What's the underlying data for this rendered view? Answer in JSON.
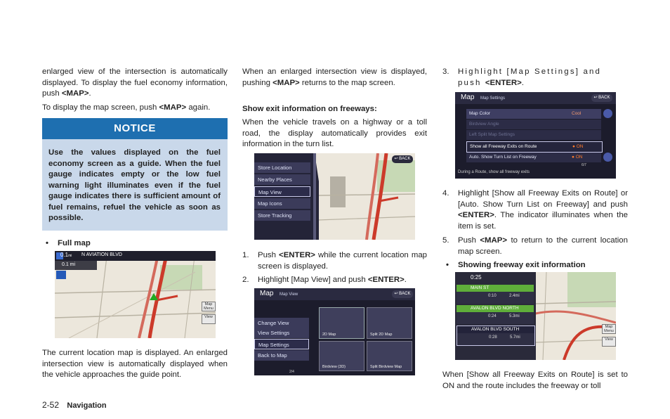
{
  "col1": {
    "p1_a": "enlarged view of the intersection is automatically displayed. To display the fuel economy information, push ",
    "p1_key": "<MAP>",
    "p1_b": ".",
    "p2_a": "To display the map screen, push ",
    "p2_key": "<MAP>",
    "p2_b": " again.",
    "notice_title": "NOTICE",
    "notice_text": "Use the values displayed on the fuel economy screen as a guide. When the fuel gauge indicates empty or the low fuel warning light illuminates even if the fuel gauge indicates there is sufficient amount of fuel remains, refuel the vehicle as soon as possible.",
    "bullet_full_map": "Full map",
    "map_dist": "0.1",
    "map_dist_unit": "mi",
    "map_street": "N AVIATION BLVD",
    "map_dist2": "0.1 mi",
    "map_btn_map_menu": "Map Menu",
    "map_btn_view": "View",
    "p3": "The current location map is displayed. An enlarged intersection view is automatically displayed when the vehicle approaches the guide point."
  },
  "col2": {
    "p1_a": "When an enlarged intersection view is displayed, pushing ",
    "p1_key": "<MAP>",
    "p1_b": " returns to the map screen.",
    "heading": "Show exit information on freeways:",
    "p2": "When the vehicle travels on a highway or a toll road, the display automatically provides exit information in the turn list.",
    "menu1": [
      "Store Location",
      "Nearby Places",
      "Map View",
      "Map Icons",
      "Store Tracking"
    ],
    "back": "BACK",
    "step1_num": "1.",
    "step1_a": "Push ",
    "step1_key": "<ENTER>",
    "step1_b": " while the current location map screen is displayed.",
    "step2_num": "2.",
    "step2_a": "Highlight [Map View] and push ",
    "step2_key": "<ENTER>",
    "step2_b": ".",
    "mapview_title": "Map",
    "mapview_sub": "Map View",
    "mapview_menu": [
      "Change View",
      "View Settings",
      "Map Settings",
      "Back to Map"
    ],
    "mapview_tiles": [
      "2D Map",
      "Split 2D Map",
      "Birdview (3D)",
      "Split Birdview Map"
    ],
    "mapview_page": "2/4"
  },
  "col3": {
    "step3_num": "3.",
    "step3_a": "Highlight [Map Settings] and push ",
    "step3_key": "<ENTER>",
    "step3_b": ".",
    "ms_title": "Map",
    "ms_sub": "Map Settings",
    "ms_rows": [
      {
        "label": "Map Color",
        "value": "Cool"
      },
      {
        "label": "Birdview Angle",
        "value": ""
      },
      {
        "label": "Left Split Map Settings",
        "value": ""
      },
      {
        "label": "Show all Freeway Exits on Route",
        "value": "ON"
      },
      {
        "label": "Auto. Show Turn List on Freeway",
        "value": "ON"
      }
    ],
    "ms_page": "6/7",
    "ms_footer": "During a Route, show all freeway exits",
    "step4_num": "4.",
    "step4_a": "Highlight [Show all Freeway Exits on Route] or [Auto. Show Turn List on Freeway] and push ",
    "step4_key": "<ENTER>",
    "step4_b": ". The indicator illuminates when the item is set.",
    "step5_num": "5.",
    "step5_a": "Push ",
    "step5_key": "<MAP>",
    "step5_b": " to return to the current location map screen.",
    "bullet_exit": "Showing freeway exit information",
    "ex_time": "0:25",
    "ex_rows": [
      {
        "name": "MAIN ST",
        "t": "0:10",
        "d": "2.4mi"
      },
      {
        "name": "AVALON BLVD NORTH",
        "t": "0:24",
        "d": "5.3mi"
      },
      {
        "name": "AVALON BLVD SOUTH",
        "t": "0:28",
        "d": "5.7mi"
      }
    ],
    "p_last": "When [Show all Freeway Exits on Route] is set to ON and the route includes the freeway or toll"
  },
  "footer": {
    "page": "2-52",
    "section": "Navigation"
  },
  "colors": {
    "notice_blue": "#1e6fb0",
    "notice_bg": "#c9d8ea",
    "route_red": "#cc3a2a"
  }
}
